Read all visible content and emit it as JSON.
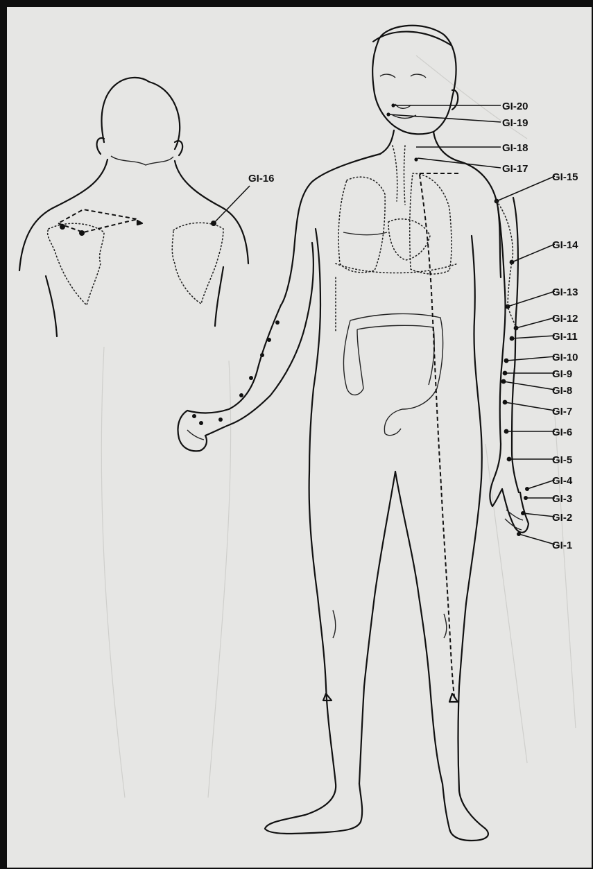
{
  "labels": [
    {
      "id": "gi-20",
      "text": "GI-20"
    },
    {
      "id": "gi-19",
      "text": "GI-19"
    },
    {
      "id": "gi-18",
      "text": "GI-18"
    },
    {
      "id": "gi-17",
      "text": "GI-17"
    },
    {
      "id": "gi-16",
      "text": "GI-16"
    },
    {
      "id": "gi-15",
      "text": "GI-15"
    },
    {
      "id": "gi-14",
      "text": "GI-14"
    },
    {
      "id": "gi-13",
      "text": "GI-13"
    },
    {
      "id": "gi-12",
      "text": "GI-12"
    },
    {
      "id": "gi-11",
      "text": "GI-11"
    },
    {
      "id": "gi-10",
      "text": "GI-10"
    },
    {
      "id": "gi-9",
      "text": "GI-9"
    },
    {
      "id": "gi-8",
      "text": "GI-8"
    },
    {
      "id": "gi-7",
      "text": "GI-7"
    },
    {
      "id": "gi-6",
      "text": "GI-6"
    },
    {
      "id": "gi-5",
      "text": "GI-5"
    },
    {
      "id": "gi-4",
      "text": "GI-4"
    },
    {
      "id": "gi-3",
      "text": "GI-3"
    },
    {
      "id": "gi-2",
      "text": "GI-2"
    },
    {
      "id": "gi-1",
      "text": "GI-1"
    }
  ]
}
